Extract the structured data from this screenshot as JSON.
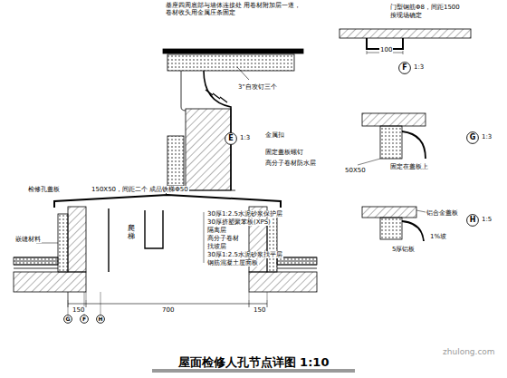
{
  "diagram": {
    "caption": "屋面检修人孔节点详图 1:10",
    "nodes": [
      {
        "text": [
          "E",
          "1:3"
        ]
      },
      {
        "text": [
          "F",
          "1:3"
        ]
      },
      {
        "text": [
          "G",
          "1:3"
        ]
      },
      {
        "text": [
          "H",
          "1:5"
        ]
      },
      {
        "text": [
          "G"
        ]
      },
      {
        "text": [
          "F"
        ]
      },
      {
        "text": [
          "H"
        ]
      }
    ],
    "labels": [
      "基座四周底部与墙体连接处 用卷材附加层一道，卷材收头用金属压条固定",
      "3\"自攻钉三个",
      "金属扣",
      "固定盖板螺钉",
      "高分子卷材防水层",
      "门型钢筋Φ8，间距1500",
      "按现场确定",
      "100",
      "50X50",
      "固定在盖板上",
      "铝合金盖板",
      "5厚铝板",
      "1%坡",
      "检修孔盖板",
      "150X50，间距二个 成品铁梯Φ50",
      "30厚1:2.5水泥砂浆保护层",
      "30厚挤塑聚苯板(XPS)",
      "隔离层",
      "高分子卷材",
      "找坡层",
      "30厚1:2.5水泥砂浆找平层",
      "钢筋混凝土屋面板",
      "嵌缝材料",
      "爬梯",
      "150",
      "700",
      "150",
      "zhulong.com"
    ]
  }
}
